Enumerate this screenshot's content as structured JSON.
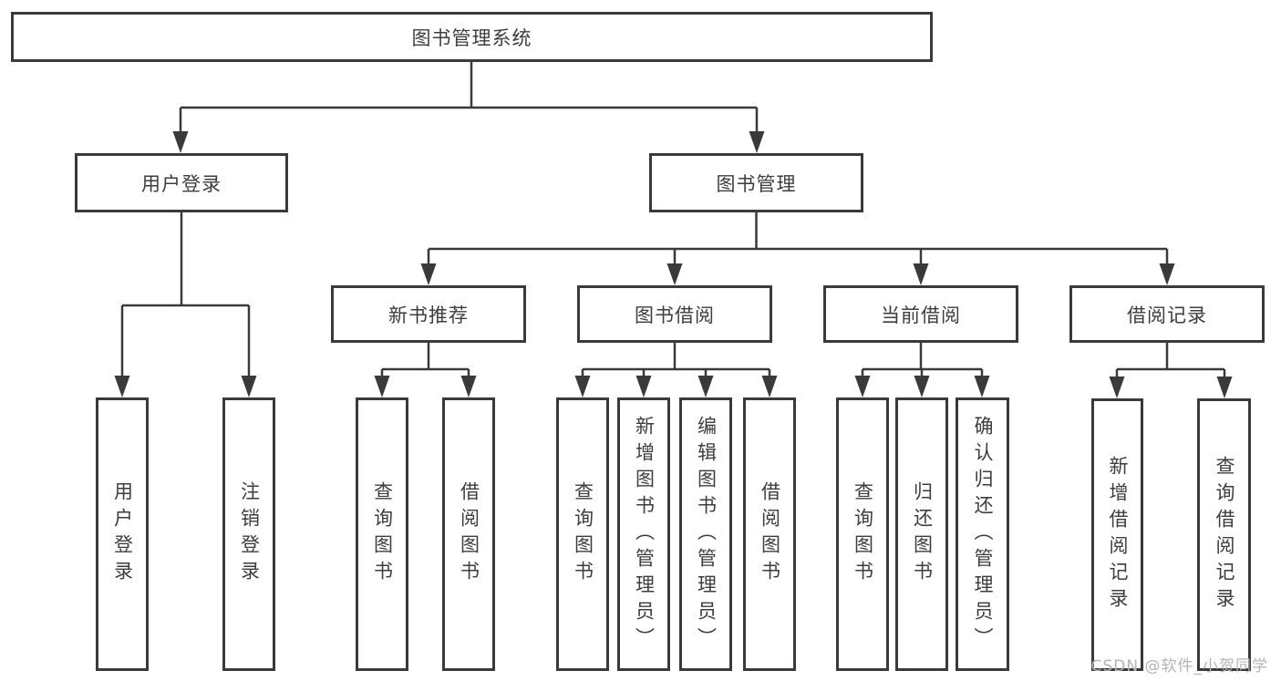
{
  "title": "图书管理系统",
  "level1": {
    "user_login": {
      "label": "用户登录",
      "children": [
        "用户登录",
        "注销登录"
      ]
    },
    "book_management": {
      "label": "图书管理"
    }
  },
  "level2": {
    "new_books": {
      "label": "新书推荐",
      "children": [
        "查询图书",
        "借阅图书"
      ]
    },
    "book_borrow": {
      "label": "图书借阅",
      "children": [
        "查询图书",
        "新增图书（管理员）",
        "编辑图书（管理员）",
        "借阅图书"
      ]
    },
    "current_borrow": {
      "label": "当前借阅",
      "children": [
        "查询图书",
        "归还图书",
        "确认归还（管理员）"
      ]
    },
    "borrow_records": {
      "label": "借阅记录",
      "children": [
        "新增借阅记录",
        "查询借阅记录"
      ]
    }
  },
  "watermark": "CSDN @软件_小贺同学",
  "colors": {
    "line": "#3a3a3a",
    "text": "#3d3d3d",
    "watermark": "#b4b4b4",
    "background": "#ffffff"
  }
}
